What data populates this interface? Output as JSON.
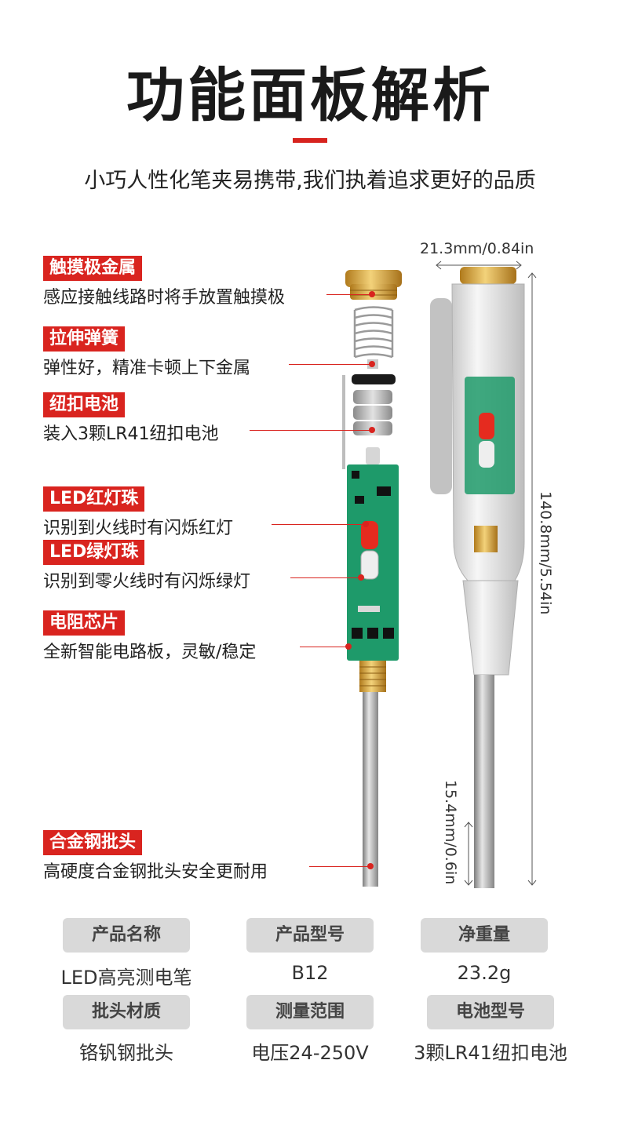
{
  "header": {
    "title": "功能面板解析",
    "subtitle": "小巧人性化笔夹易携带,我们执着追求更好的品质"
  },
  "dimensions": {
    "width": "21.3mm/0.84in",
    "length": "140.8mm/5.54in",
    "tip": "15.4mm/0.6in"
  },
  "callouts": [
    {
      "tag": "触摸极金属",
      "desc": "感应接触线路时将手放置触摸极"
    },
    {
      "tag": "拉伸弹簧",
      "desc": "弹性好，精准卡顿上下金属"
    },
    {
      "tag": "纽扣电池",
      "desc": "装入3颗LR41纽扣电池"
    },
    {
      "tag": "LED红灯珠",
      "desc": "识别到火线时有闪烁红灯"
    },
    {
      "tag": "LED绿灯珠",
      "desc": "识别到零火线时有闪烁绿灯"
    },
    {
      "tag": "电阻芯片",
      "desc": "全新智能电路板，灵敏/稳定"
    },
    {
      "tag": "合金钢批头",
      "desc": "高硬度合金钢批头安全更耐用"
    }
  ],
  "specs": [
    {
      "label": "产品名称",
      "value": "LED高亮测电笔"
    },
    {
      "label": "产品型号",
      "value": "B12"
    },
    {
      "label": "净重量",
      "value": "23.2g"
    },
    {
      "label": "批头材质",
      "value": "铬钒钢批头"
    },
    {
      "label": "测量范围",
      "value": "电压24-250V"
    },
    {
      "label": "电池型号",
      "value": "3颗LR41纽扣电池"
    }
  ],
  "colors": {
    "accent": "#d9241f",
    "pcb": "#1e9a6a",
    "brass": "#d6a43a",
    "label_bg": "#d9d9d9"
  }
}
